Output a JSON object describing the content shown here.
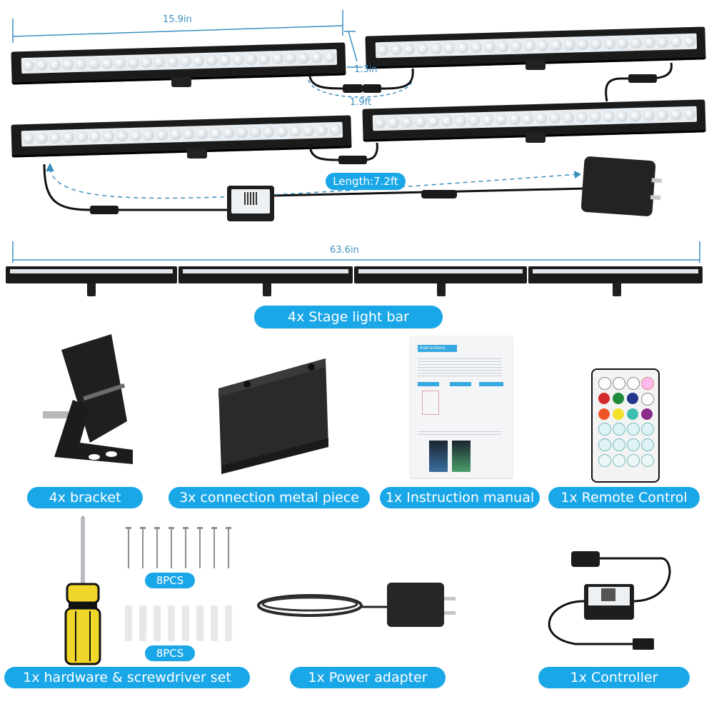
{
  "top_diagram": {
    "bar_length": "15.9in",
    "bar_height": "1.3in",
    "connector_cable": "1.9ft",
    "main_cable": "Length:7.2ft"
  },
  "assembled": {
    "total_length": "63.6in",
    "label": "4x Stage light bar"
  },
  "components": [
    {
      "label": "4x bracket"
    },
    {
      "label": "3x connection metal piece"
    },
    {
      "label": "1x Instruction manual"
    },
    {
      "label": "1x Remote Control"
    },
    {
      "label": "1x hardware & screwdriver set"
    },
    {
      "label": "1x Power adapter"
    },
    {
      "label": "1x Controller"
    }
  ],
  "hardware": {
    "screws_count": "8PCS",
    "anchors_count": "8PCS"
  },
  "manual": {
    "header": "Instructions"
  },
  "colors": {
    "pill_blue": "#1aa7e8",
    "dimension_blue": "#3b8fbf",
    "product_black": "#1b1b1b"
  }
}
